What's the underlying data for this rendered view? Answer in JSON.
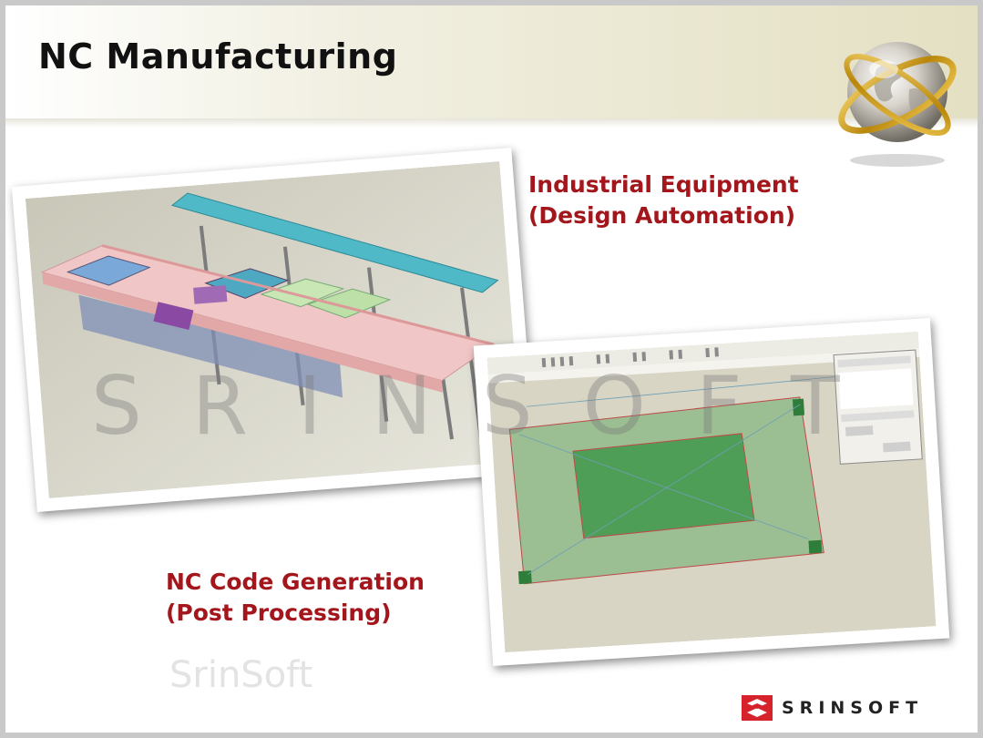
{
  "slide": {
    "title": "NC Manufacturing",
    "industrial_heading_line1": "Industrial Equipment",
    "industrial_heading_line2": "(Design Automation)",
    "nc_heading_line1": "NC Code Generation",
    "nc_heading_line2": "(Post Processing)",
    "watermark_text": "SRINSOFT",
    "soft_watermark_text": "SrinSoft",
    "logo_text": "SRINSOFT"
  },
  "colors": {
    "heading": "#a3161c",
    "title": "#111111",
    "logo_mark": "#d6222a"
  },
  "icons": {
    "globe": "globe-icon",
    "logo": "srinsoft-logo-icon"
  }
}
